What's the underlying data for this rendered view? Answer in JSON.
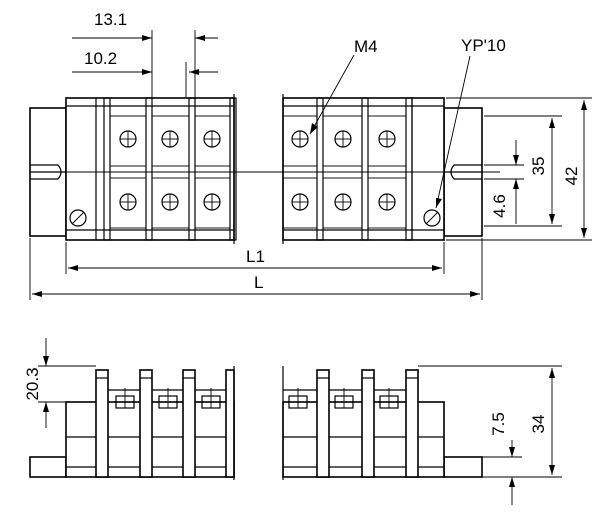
{
  "labels": {
    "dim_pitch": "13.1",
    "dim_width": "10.2",
    "screw": "M4",
    "mount": "YP'10",
    "dim_35": "35",
    "dim_42": "42",
    "dim_46": "4.6",
    "dim_L1": "L1",
    "dim_L": "L",
    "dim_203": "20.3",
    "dim_75": "7.5",
    "dim_34": "34"
  }
}
